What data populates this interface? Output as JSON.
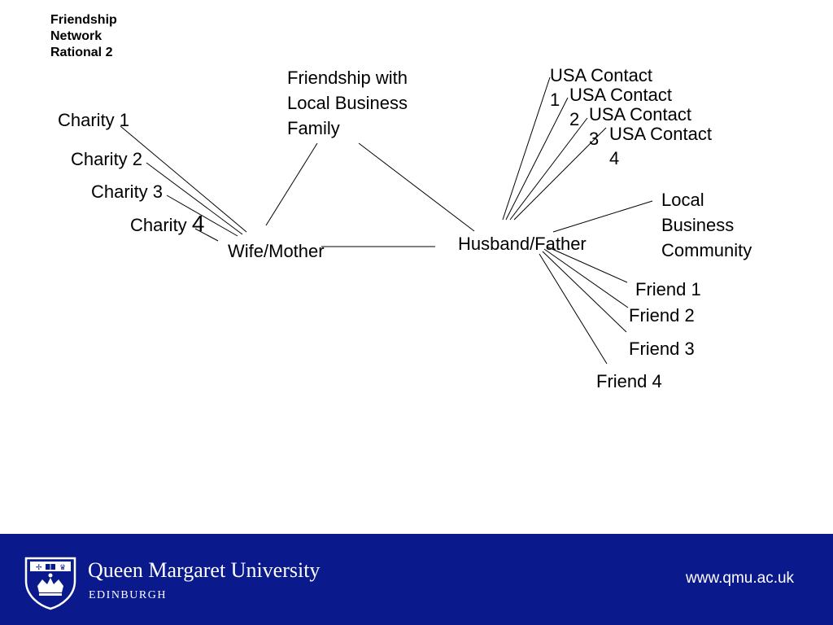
{
  "slide": {
    "title": "Friendship\nNetwork\nRational 2"
  },
  "nodes": {
    "charity_1": "Charity 1",
    "charity_2": "Charity 2",
    "charity_3": "Charity 3",
    "charity_4_prefix": "Charity",
    "charity_4_number": "4",
    "wife_mother": "Wife/Mother",
    "friendship_family": "Friendship with\nLocal Business\nFamily",
    "husband_father": "Husband/Father",
    "usa_contact_1": "USA Contact\n1",
    "usa_contact_2": "USA Contact\n2",
    "usa_contact_3": "USA Contact\n3",
    "usa_contact_4": "USA Contact\n4",
    "local_business_community": "Local\nBusiness\nCommunity",
    "friend_1": "Friend 1",
    "friend_2": "Friend 2",
    "friend_3": "Friend 3",
    "friend_4": "Friend 4"
  },
  "footer": {
    "university_name": "Queen Margaret University",
    "university_city": "EDINBURGH",
    "website": "www.qmu.ac.uk",
    "background_color": "#0a1a8c"
  }
}
